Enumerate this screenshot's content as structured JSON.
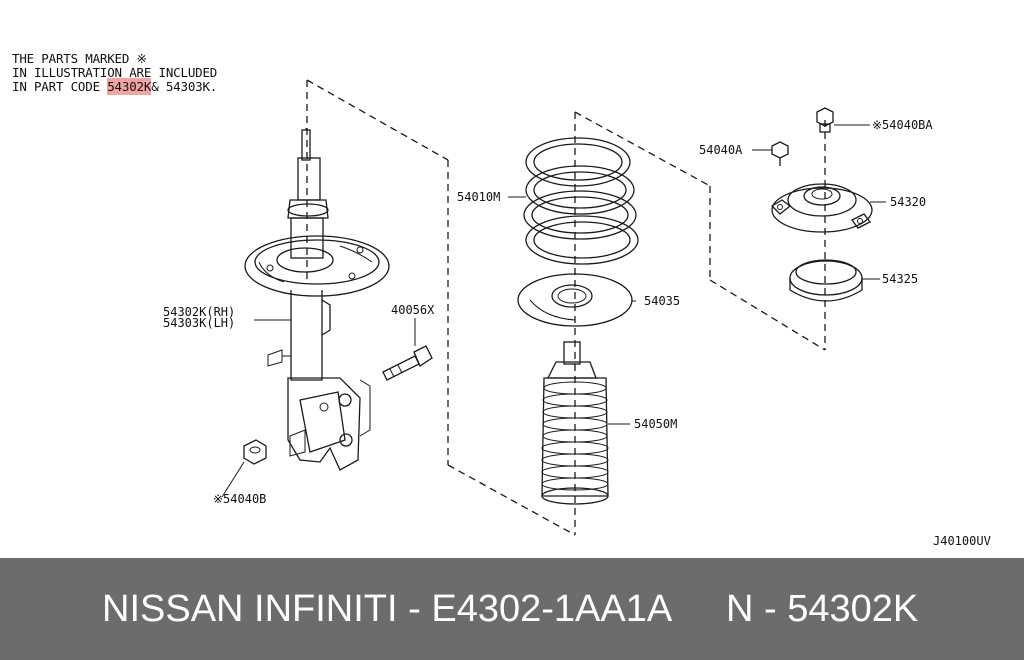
{
  "note": {
    "line1": "THE PARTS MARKED ※",
    "line2": "IN ILLUSTRATION ARE INCLUDED",
    "line3_prefix": "IN PART CODE ",
    "line3_highlight": "54302K",
    "line3_suffix": "& 54303K."
  },
  "labels": {
    "strut_rh": "54302K(RH)",
    "strut_lh": "54303K(LH)",
    "bolt": "40056X",
    "nut_bottom": "※54040B",
    "spring": "54010M",
    "seat": "54035",
    "boot": "54050M",
    "bolt_top": "※54040BA",
    "bolt_a": "54040A",
    "mount": "54320",
    "bearing": "54325",
    "diagram_code": "J40100UV"
  },
  "footer": {
    "left_text": "NISSAN INFINITI - E4302-1AA1A",
    "right_text": "N - 54302K"
  },
  "colors": {
    "highlight": "#f4a3a3",
    "footer_bg": "#6c6c6c",
    "footer_text": "#ffffff"
  }
}
